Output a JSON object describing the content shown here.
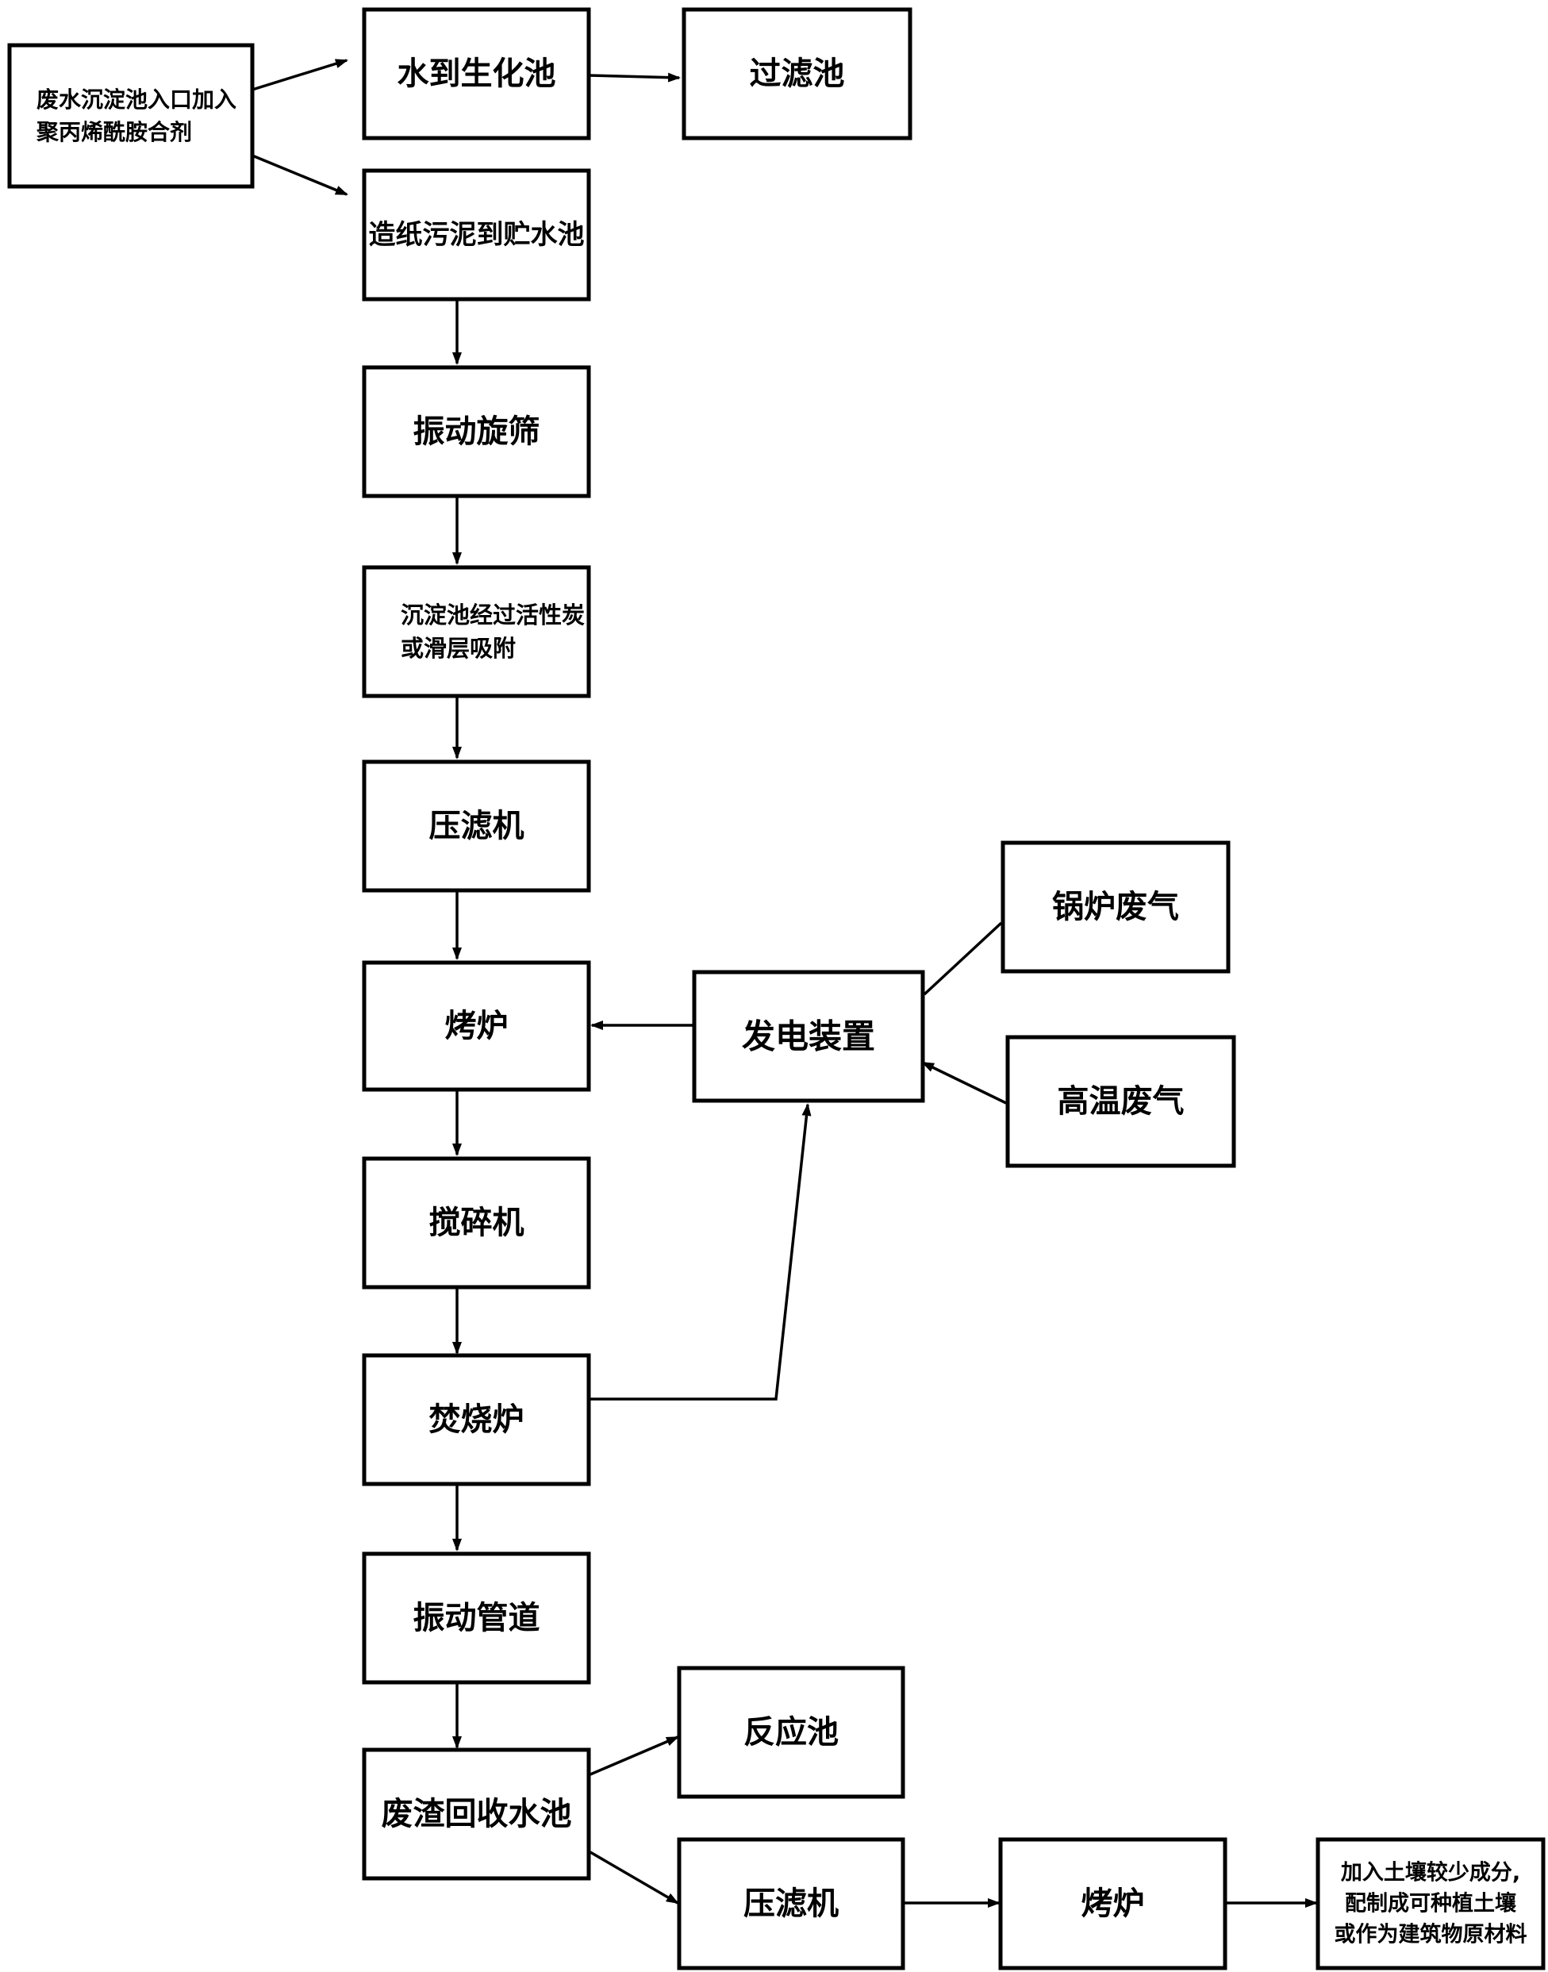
{
  "diagram": {
    "nodes": {
      "inlet": {
        "lines": [
          "废水沉淀池入口加入",
          "聚丙烯酰胺合剂"
        ]
      },
      "biochem": {
        "lines": [
          "水到生化池"
        ]
      },
      "filter_tank": {
        "lines": [
          "过滤池"
        ]
      },
      "sludge_storage": {
        "lines": [
          "造纸污泥到贮水池"
        ]
      },
      "vib_screen": {
        "lines": [
          "振动旋筛"
        ]
      },
      "settle": {
        "lines": [
          "沉淀池经过活性炭",
          "或滑层吸附"
        ]
      },
      "press1": {
        "lines": [
          "压滤机"
        ]
      },
      "dryer1": {
        "lines": [
          "烤炉"
        ]
      },
      "power": {
        "lines": [
          "发电装置"
        ]
      },
      "boiler_gas": {
        "lines": [
          "锅炉废气"
        ]
      },
      "hot_gas": {
        "lines": [
          "高温废气"
        ]
      },
      "crusher": {
        "lines": [
          "搅碎机"
        ]
      },
      "incinerator": {
        "lines": [
          "焚烧炉"
        ]
      },
      "vib_pipe": {
        "lines": [
          "振动管道"
        ]
      },
      "reaction": {
        "lines": [
          "反应池"
        ]
      },
      "recycle": {
        "lines": [
          "废渣回收水池"
        ]
      },
      "press2": {
        "lines": [
          "压滤机"
        ]
      },
      "dryer2": {
        "lines": [
          "烤炉"
        ]
      },
      "final": {
        "lines": [
          "加入土壤较少成分,",
          "配制成可种植土壤",
          "或作为建筑物原材料"
        ]
      }
    }
  }
}
